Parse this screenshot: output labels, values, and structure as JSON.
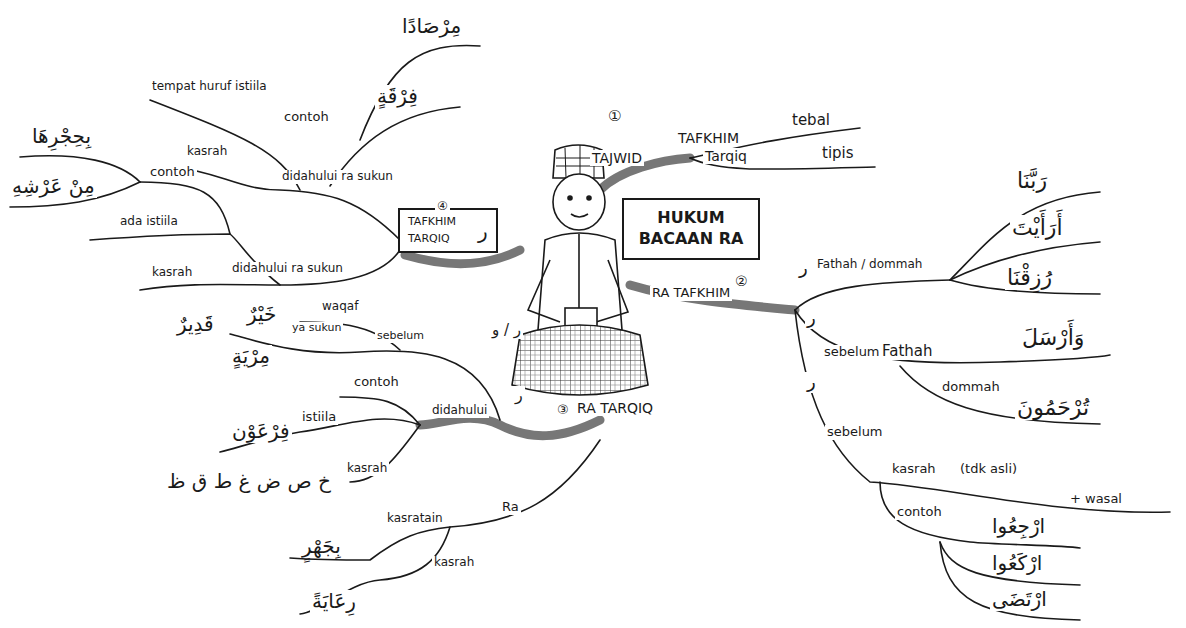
{
  "diagram": {
    "nodes": [
      {
        "text": [
          "HUKUM BACAAN RA"
        ]
      },
      {
        "text": [
          "TAFKHIM TARQIQ",
          "ر"
        ]
      }
    ],
    "labels": [
      "①",
      "TAJWID",
      "TAFKHIM",
      "tebal",
      "Tarqiq",
      "tipis",
      "②",
      "RA TAFKHIM",
      "ر",
      "Fathah / dommah",
      "رَبَّنَا",
      "أَرَأَيْتَ",
      "رُزِقْنَا",
      "ر",
      "sebelum",
      "Fathah",
      "وَأَرْسَلَ",
      "dommah",
      "تُرْحَمُونَ",
      "ر",
      "sebelum",
      "kasrah",
      "(tdk asli)",
      "+ wasal",
      "contoh",
      "ارْجِعُوا",
      "ارْكَعُوا",
      "ارْتَضَى",
      "③",
      "RA TARQIQ",
      "ر / و",
      "sebelum",
      "waqaf",
      "ya sukun",
      "خَيْرٌ",
      "قَدِيرٌ",
      "مِرْيَةٍ",
      "contoh",
      "didahului",
      "ر",
      "istiila",
      "فِرْعَوْن",
      "kasrah",
      "خ ص ض غ ط ق ظ",
      "kasratain",
      "Ra",
      "بِجَهْرٍ",
      "kasrah",
      "رِعَايَةً",
      "④",
      "didahului ra sukun",
      "kasrah",
      "tempat huruf istiila",
      "contoh",
      "مِرْصَادًا",
      "فِرْقَةٍ",
      "contoh",
      "ada istiila",
      "didahului ra sukun",
      "kasrah",
      "بِحِجْرِهَا",
      "مِنْ عَرْشِهِ"
    ]
  }
}
